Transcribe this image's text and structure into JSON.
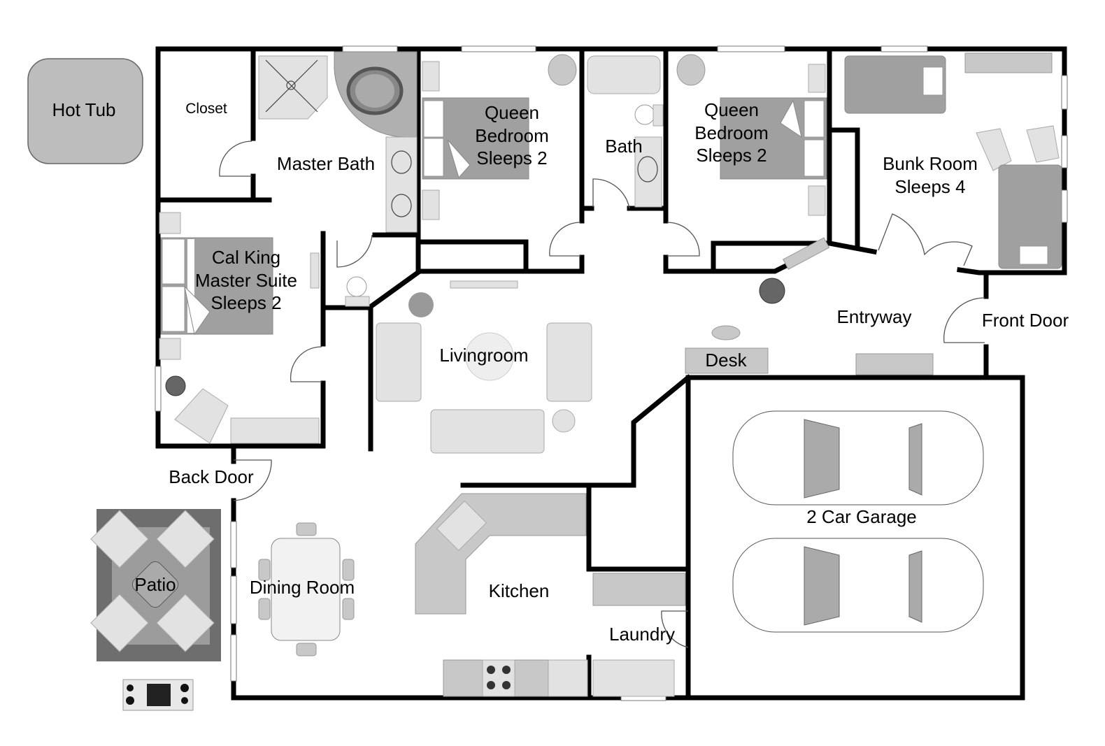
{
  "plan": {
    "rooms": {
      "hot_tub": "Hot Tub",
      "closet": "Closet",
      "master_bath": "Master Bath",
      "queen_bedroom_1": [
        "Queen",
        "Bedroom",
        "Sleeps 2"
      ],
      "bath": "Bath",
      "queen_bedroom_2": [
        "Queen",
        "Bedroom",
        "Sleeps 2"
      ],
      "bunk_room": [
        "Bunk Room",
        "Sleeps 4"
      ],
      "master_suite": [
        "Cal King",
        "Master Suite",
        "Sleeps 2"
      ],
      "livingroom": "Livingroom",
      "desk": "Desk",
      "entryway": "Entryway",
      "front_door": "Front Door",
      "back_door": "Back Door",
      "patio": "Patio",
      "dining_room": "Dining Room",
      "kitchen": "Kitchen",
      "laundry": "Laundry",
      "garage": "2 Car Garage"
    },
    "colors": {
      "wall": "#000000",
      "furniture": "#c8c8c8",
      "bed": "#a0a0a0",
      "hot_tub": "#bdbdbd",
      "patio_rug_outer": "#6e6e6e",
      "patio_rug_inner": "#9c9c9c"
    }
  }
}
